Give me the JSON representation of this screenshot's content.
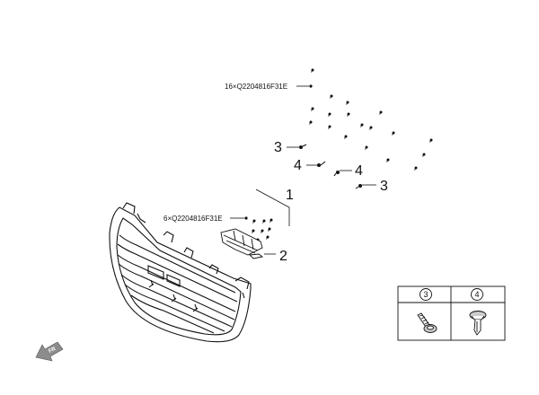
{
  "fastener_labels": {
    "upper": "16×Q2204816F31E",
    "lower": "6×Q2204816F31E"
  },
  "callouts": {
    "c1": "1",
    "c2": "2",
    "c3a": "3",
    "c3b": "3",
    "c4a": "4",
    "c4b": "4"
  },
  "legend": {
    "col1": "3",
    "col2": "4"
  },
  "direction_arrow": {
    "label": "FR",
    "icon": "front-direction-arrow-icon"
  }
}
